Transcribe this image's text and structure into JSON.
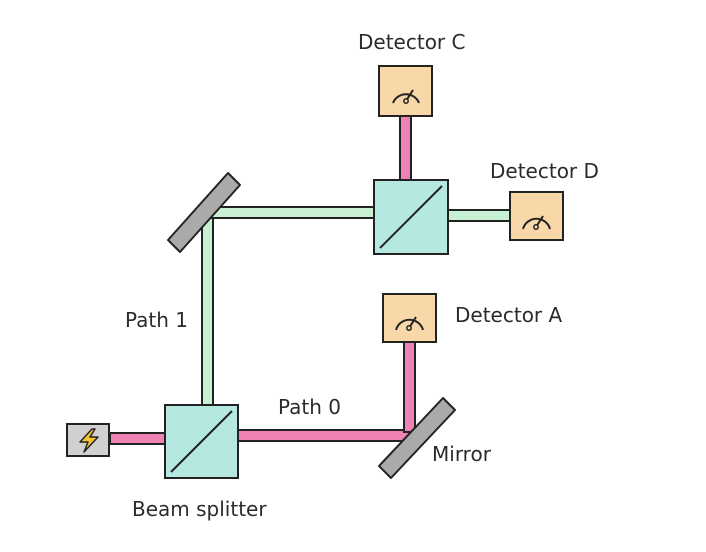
{
  "labels": {
    "detector_c": "Detector C",
    "detector_d": "Detector D",
    "detector_a": "Detector A",
    "path_1": "Path 1",
    "path_0": "Path 0",
    "mirror": "Mirror",
    "beam_splitter": "Beam splitter"
  },
  "colors": {
    "green_beam": "#c8f0d2",
    "pink_beam": "#ee82b4",
    "splitter_fill": "#b4e8e0",
    "detector_fill": "#f8d8a8",
    "mirror_fill": "#aaaaaa",
    "source_fill": "#d0d0d0",
    "source_bolt": "#f5c431"
  },
  "icons": [
    "lightning-icon",
    "gauge-icon"
  ]
}
